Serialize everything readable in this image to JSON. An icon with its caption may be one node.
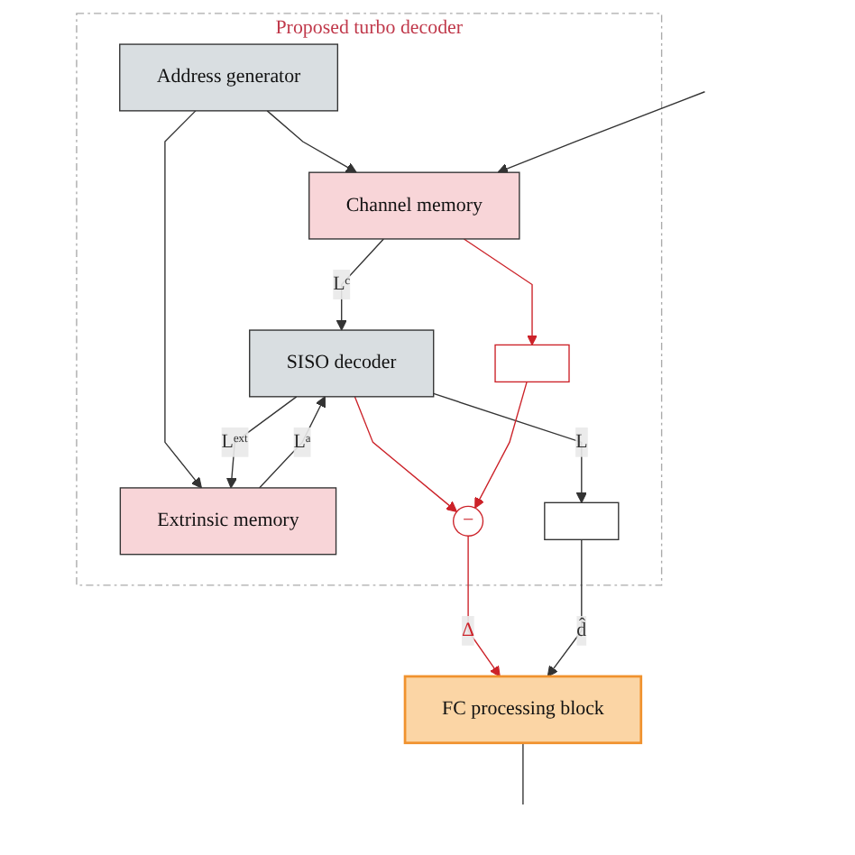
{
  "diagram": {
    "nodes": [
      {
        "text": [
          "Proposed turbo decoder"
        ]
      },
      {
        "text": [
          "Address generator"
        ],
        "in": 0
      },
      {
        "text": [
          "Channel memory"
        ],
        "in": 0
      },
      {
        "text": [
          "SISO decoder"
        ],
        "in": 0
      },
      {
        "text": [
          "Extrinsic memory"
        ],
        "in": 0
      },
      {
        "text": [],
        "shape": "box",
        "in": 0
      },
      {
        "text": [
          "−"
        ],
        "in": 0
      },
      {
        "text": [],
        "shape": "box",
        "in": 0
      },
      {
        "text": [
          "FC processing block"
        ]
      }
    ],
    "edges": [
      {
        "from": 1,
        "to": 2,
        "arrow": "to"
      },
      {
        "from": 1,
        "to": 4,
        "arrow": "to"
      },
      {
        "from": null,
        "to": 2,
        "arrow": "to"
      },
      {
        "from": 2,
        "to": 3,
        "label": "Lᶜ",
        "arrow": "to"
      },
      {
        "from": 2,
        "to": 5,
        "arrow": "to",
        "color": "#cc2229"
      },
      {
        "from": 4,
        "to": 3,
        "label": "Lᵃ",
        "arrow": "to"
      },
      {
        "from": 3,
        "to": 4,
        "label": "Lᵉˣᵗ",
        "arrow": "to"
      },
      {
        "from": 3,
        "to": 7,
        "label": "L",
        "arrow": "to"
      },
      {
        "from": 3,
        "to": 6,
        "arrow": "to",
        "color": "#cc2229"
      },
      {
        "from": 5,
        "to": 6,
        "arrow": "to",
        "color": "#cc2229"
      },
      {
        "from": 6,
        "to": 8,
        "label": "Δ",
        "arrow": "to",
        "color": "#cc2229"
      },
      {
        "from": 7,
        "to": 8,
        "label": "d̂",
        "arrow": "to"
      },
      {
        "from": 8,
        "to": null,
        "arrow": "none"
      }
    ]
  }
}
